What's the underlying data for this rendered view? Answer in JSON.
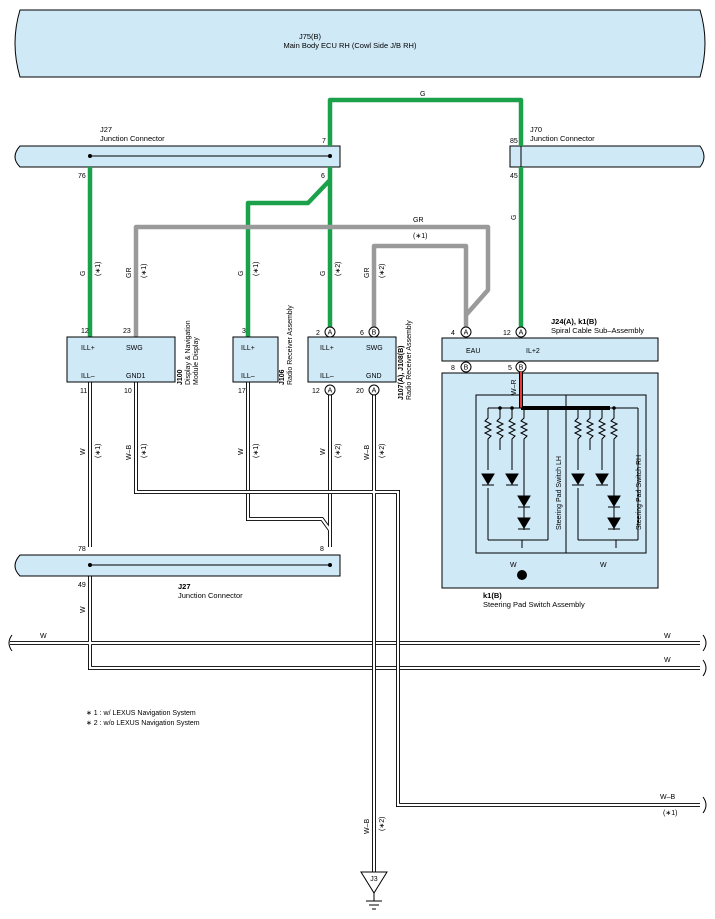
{
  "colors": {
    "fill_blue": "#cfe9f7",
    "wire_green": "#1aa14a",
    "wire_gray": "#9a9a9a",
    "wire_white": "#ffffff",
    "wire_black": "#000000",
    "wire_red": "#e83a3a"
  },
  "top_ecu": {
    "code": "J75(B)",
    "name": "Main Body ECU RH (Cowl Side J/B RH)"
  },
  "j27_top": {
    "code": "J27",
    "name": "Junction Connector",
    "pin7": "7",
    "pin76": "76",
    "pin6": "6"
  },
  "j70": {
    "code": "J70",
    "name": "Junction Connector",
    "pin85": "85",
    "pin45": "45"
  },
  "j27_bottom": {
    "code": "J27",
    "name": "Junction Connector",
    "pin78": "78",
    "pin49": "49",
    "pin8": "8"
  },
  "j100": {
    "code": "J100",
    "name1": "Display & Navigation",
    "name2": "Module Display",
    "pin_ill_plus": "12",
    "pin_swg": "23",
    "pin_ill_minus": "11",
    "pin_gnd1": "10",
    "lbl_ill_plus": "ILL+",
    "lbl_swg": "SWG",
    "lbl_ill_minus": "ILL–",
    "lbl_gnd1": "GND1"
  },
  "j106": {
    "code": "J106",
    "name": "Radio Receiver Assembly",
    "pin_ill_plus": "3",
    "pin_ill_minus": "17",
    "lbl_ill_plus": "ILL+",
    "lbl_ill_minus": "ILL–"
  },
  "j107": {
    "code": "J107(A), J108(B)",
    "name": "Radio Receiver Assembly",
    "pin_ill_plus": "2",
    "pin_swg": "6",
    "pin_ill_minus": "12",
    "pin_gnd": "20",
    "con_a": "A",
    "con_b": "B",
    "lbl_ill_plus": "ILL+",
    "lbl_swg": "SWG",
    "lbl_ill_minus": "ILL–",
    "lbl_gnd": "GND"
  },
  "spiral": {
    "code": "J24(A), k1(B)",
    "name": "Spiral Cable Sub–Assembly",
    "pin_eau": "4",
    "pin_il2": "12",
    "pin_b8": "8",
    "pin_b5": "5",
    "lbl_eau": "EAU",
    "lbl_il2": "IL+2",
    "con_a": "A",
    "con_b": "B"
  },
  "switch_assy": {
    "code": "k1(B)",
    "name": "Steering Pad Switch Assembly",
    "lh": "Steering Pad Switch LH",
    "rh": "Steering Pad Switch RH"
  },
  "ground": {
    "code": "J3"
  },
  "wires": {
    "g": "G",
    "gr": "GR",
    "w": "W",
    "wb": "W–B",
    "wr": "W–R",
    "n1": "(∗1)",
    "n2": "(∗2)"
  },
  "notes": {
    "n1": "∗ 1 : w/ LEXUS Navigation System",
    "n2": "∗ 2 : w/o LEXUS Navigation System"
  }
}
